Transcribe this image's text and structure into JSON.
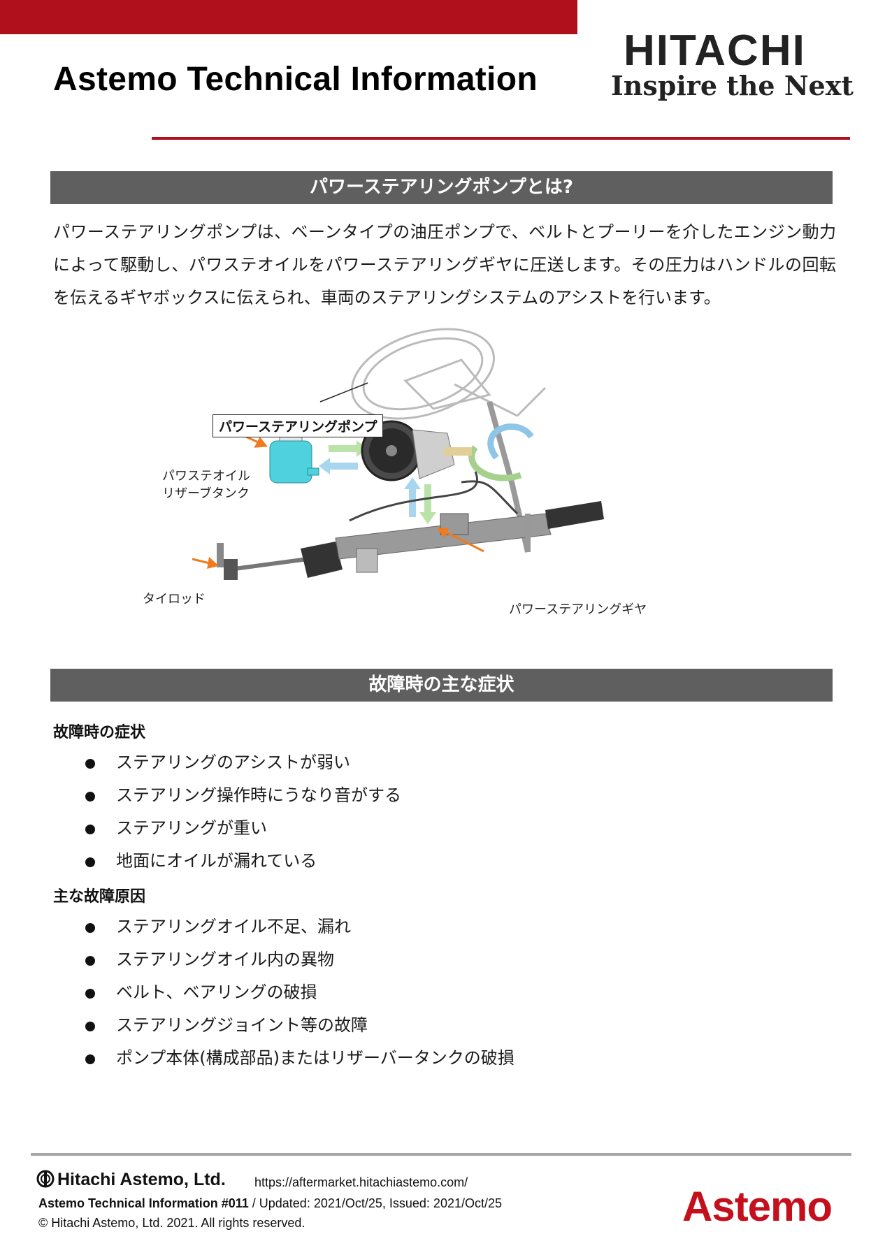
{
  "header": {
    "title": "Astemo Technical Information",
    "brand_name": "HITACHI",
    "brand_tagline": "Inspire the Next",
    "accent_color": "#b0101c"
  },
  "section1": {
    "heading": "パワーステアリングポンプとは?",
    "body": "パワーステアリングポンプは、ベーンタイプの油圧ポンプで、ベルトとプーリーを介したエンジン動力によって駆動し、パワステオイルをパワーステアリングギヤに圧送します。その圧力はハンドルの回転を伝えるギヤボックスに伝えられ、車両のステアリングシステムのアシストを行います。"
  },
  "diagram": {
    "pump_label": "パワーステアリングポンプ",
    "tank_label_line1": "パワステオイル",
    "tank_label_line2": "リザーブタンク",
    "tierod_label": "タイロッド",
    "gear_label": "パワーステアリングギヤ"
  },
  "section2": {
    "heading": "故障時の主な症状",
    "symptoms_title": "故障時の症状",
    "symptoms": [
      "ステアリングのアシストが弱い",
      "ステアリング操作時にうなり音がする",
      "ステアリングが重い",
      "地面にオイルが漏れている"
    ],
    "causes_title": "主な故障原因",
    "causes": [
      "ステアリングオイル不足、漏れ",
      "ステアリングオイル内の異物",
      "ベルト、ベアリングの破損",
      "ステアリングジョイント等の故障",
      "ポンプ本体(構成部品)またはリザーバータンクの破損"
    ]
  },
  "footer": {
    "company": "Hitachi Astemo, Ltd.",
    "url": "https://aftermarket.hitachiastemo.com/",
    "doc_id": "Astemo Technical Information #011",
    "dates": " / Updated: 2021/Oct/25, Issued: 2021/Oct/25",
    "copyright": "© Hitachi Astemo, Ltd. 2021. All rights reserved.",
    "logo": "Astemo",
    "logo_color": "#c4101c"
  }
}
